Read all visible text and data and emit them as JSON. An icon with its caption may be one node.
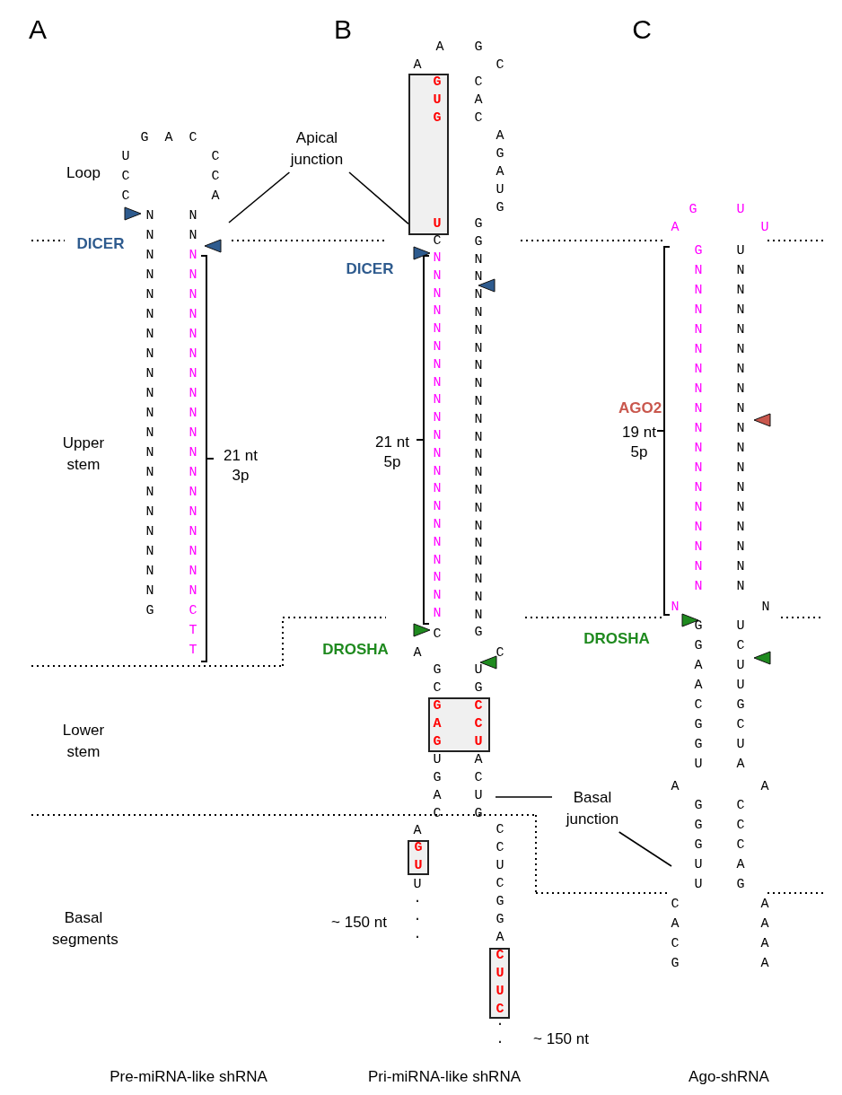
{
  "diagram": {
    "nodes": [
      {
        "text": [
          "Apical junction"
        ]
      },
      {
        "text": [
          "GUG",
          "U"
        ]
      },
      {
        "text": [
          "GAG",
          "CCU"
        ]
      },
      {
        "text": [
          "GU"
        ]
      },
      {
        "text": [
          "CUUC"
        ]
      },
      {
        "text": [
          "Basal junction"
        ]
      }
    ],
    "edges": [
      {
        "from": 0,
        "to": null,
        "arrow": "none"
      },
      {
        "from": 0,
        "to": 1,
        "arrow": "none"
      },
      {
        "from": 5,
        "to": null,
        "arrow": "none"
      },
      {
        "from": 5,
        "to": null,
        "arrow": "none"
      }
    ],
    "labels": [
      "A",
      "B",
      "C",
      "GAC",
      "UCC",
      "CCA",
      "Loop",
      "NNNNNNNNNNNNNNNNNNNNG",
      "NN",
      "NNNNNNNNNNNNNNNNNNCTT",
      "DICER",
      "Upper stem",
      "21 nt",
      "3p",
      "A",
      "G",
      "A",
      "C",
      "CAC",
      "AGAUG",
      "GGNNNNNNNNNNNNNNNNNNNNNG",
      "C",
      "DICER",
      "NNNNNNNNNNNNNNNNNNNNN",
      "C",
      "21 nt",
      "5p",
      "DROSHA",
      "A",
      "C",
      "GC",
      "UG",
      "UGAC",
      "ACUG",
      "A",
      "U",
      "...",
      "~ 150 nt",
      "CCUCGGA",
      "..",
      "~ 150 nt",
      "G",
      "U",
      "A",
      "U",
      "GNNNNNNNNNNNNNNNNN",
      "UNNNNNNNNNNNNNNNNN",
      "AGO2",
      "19 nt",
      "5p",
      "N",
      "N",
      "DROSHA",
      "GGAACGGU",
      "UCUUGCUA",
      "A",
      "A",
      "GGGUU",
      "CCCAG",
      "CACG",
      "AAAA",
      "Lower stem",
      "Basal segments",
      "Pre-miRNA-like shRNA",
      "Pri-miRNA-like shRNA",
      "Ago-shRNA"
    ]
  }
}
